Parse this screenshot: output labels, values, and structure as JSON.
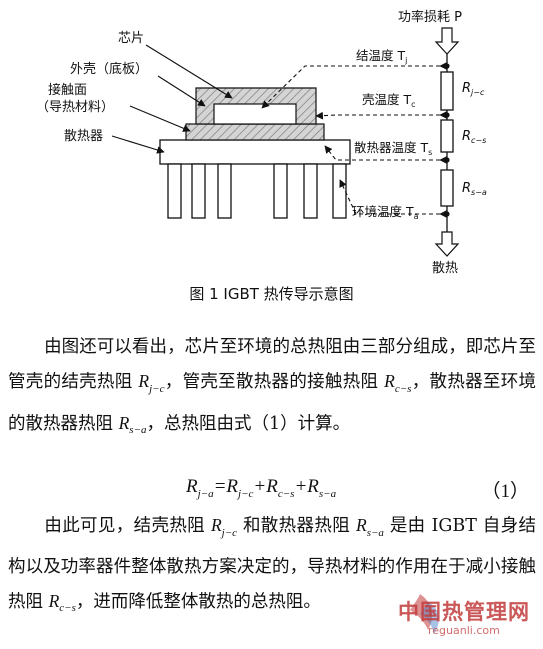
{
  "figure": {
    "labels": {
      "chip": "芯片",
      "shell": "外壳（底板）",
      "contact_1": "接触面",
      "contact_2": "（导热材料）",
      "heatsink": "散热器",
      "power": "功率损耗 P",
      "tj": "结温度 T",
      "tj_sub": "j",
      "tc": "壳温度 T",
      "tc_sub": "c",
      "ts": "散热器温度 T",
      "ts_sub": "s",
      "ta": "环境温度 T",
      "ta_sub": "a",
      "rjc": "R",
      "rjc_sub": "j−c",
      "rcs": "R",
      "rcs_sub": "c−s",
      "rsa": "R",
      "rsa_sub": "s−a",
      "dissipation": "散热"
    },
    "caption": "图 1   IGBT 热传导示意图"
  },
  "text": {
    "p1": {
      "a": "由图还可以看出，芯片至环境的总热阻由三部分组成，即芯片至管壳的结壳热阻 ",
      "r1": "R",
      "r1_sub": "j−c",
      "b": "，管壳至散热器的接触热阻 ",
      "r2": "R",
      "r2_sub": "c−s",
      "c": "，散热器至环境的散热器热阻 ",
      "r3": "R",
      "r3_sub": "s−a",
      "d": "，总热阻由式（1）计算。"
    },
    "equation": {
      "lhs": "R",
      "lhs_sub": "j−a",
      "t1": "R",
      "t1_sub": "j−c",
      "t2": "R",
      "t2_sub": "c−s",
      "t3": "R",
      "t3_sub": "s−a",
      "number": "（1）"
    },
    "p2": {
      "a": "由此可见，结壳热阻 ",
      "r1": "R",
      "r1_sub": "j−c",
      "b": " 和散热器热阻 ",
      "r2": "R",
      "r2_sub": "s−a",
      "c": " 是由 IGBT 自身结构以及功率器件整体散热方案决定的，导热材料的作用在于减小接触热阻 ",
      "r3": "R",
      "r3_sub": "c−s",
      "d": "，进而降低整体散热的总热阻。"
    }
  },
  "watermark": {
    "name": "中国热管理网",
    "url": "reguanli.com",
    "colors": {
      "primary": "#c23b3b",
      "secondary": "#3a7bc8"
    }
  }
}
